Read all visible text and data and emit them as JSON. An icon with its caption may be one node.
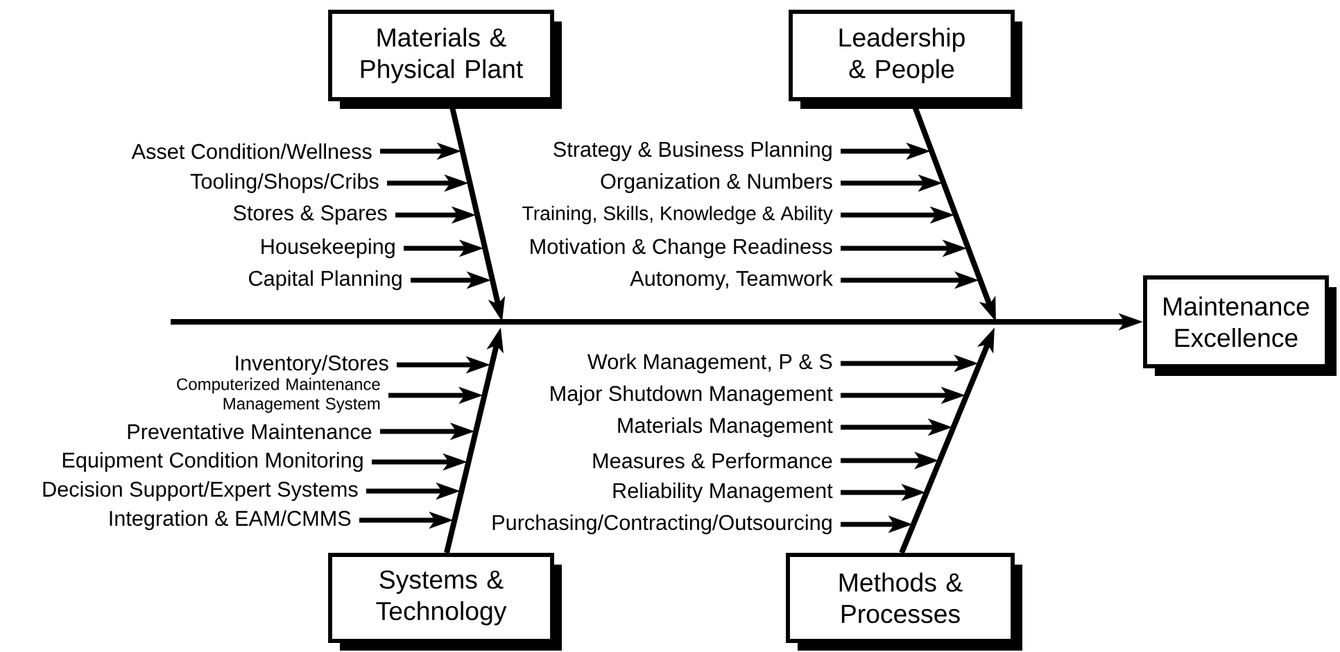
{
  "diagram": {
    "nodes": [
      {
        "text": [
          "Materials & Physical Plant"
        ]
      },
      {
        "text": [
          "Leadership & People"
        ]
      },
      {
        "text": [
          "Asset Condition/Wellness"
        ]
      },
      {
        "text": [
          "Tooling/Shops/Cribs"
        ]
      },
      {
        "text": [
          "Stores & Spares"
        ]
      },
      {
        "text": [
          "Housekeeping"
        ]
      },
      {
        "text": [
          "Capital Planning"
        ]
      },
      {
        "text": [
          "Strategy & Business Planning"
        ]
      },
      {
        "text": [
          "Organization & Numbers"
        ]
      },
      {
        "text": [
          "Training, Skills, Knowledge & Ability"
        ]
      },
      {
        "text": [
          "Motivation & Change Readiness"
        ]
      },
      {
        "text": [
          "Autonomy, Teamwork"
        ]
      },
      {
        "text": [
          "Maintenance Excellence"
        ]
      },
      {
        "text": [
          "Inventory/Stores"
        ]
      },
      {
        "text": [
          "Computerized Maintenance Management System"
        ]
      },
      {
        "text": [
          "Preventative Maintenance"
        ]
      },
      {
        "text": [
          "Equipment Condition Monitoring"
        ]
      },
      {
        "text": [
          "Decision Support/Expert Systems"
        ]
      },
      {
        "text": [
          "Integration & EAM/CMMS"
        ]
      },
      {
        "text": [
          "Work Management, P & S"
        ]
      },
      {
        "text": [
          "Major Shutdown Management"
        ]
      },
      {
        "text": [
          "Materials Management"
        ]
      },
      {
        "text": [
          "Measures & Performance"
        ]
      },
      {
        "text": [
          "Reliability Management"
        ]
      },
      {
        "text": [
          "Purchasing/Contracting/Outsourcing"
        ]
      },
      {
        "text": [
          "Systems & Technology"
        ]
      },
      {
        "text": [
          "Methods & Processes"
        ]
      }
    ],
    "edges": [
      {
        "from": null,
        "to": 12,
        "arrow": "to"
      },
      {
        "from": 0,
        "to": null,
        "arrow": "to"
      },
      {
        "from": 1,
        "to": null,
        "arrow": "to"
      },
      {
        "from": 25,
        "to": null,
        "arrow": "to"
      },
      {
        "from": 26,
        "to": null,
        "arrow": "to"
      },
      {
        "from": 2,
        "to": null,
        "arrow": "to"
      },
      {
        "from": 3,
        "to": null,
        "arrow": "to"
      },
      {
        "from": 4,
        "to": null,
        "arrow": "to"
      },
      {
        "from": 5,
        "to": null,
        "arrow": "to"
      },
      {
        "from": 6,
        "to": null,
        "arrow": "to"
      },
      {
        "from": 7,
        "to": null,
        "arrow": "to"
      },
      {
        "from": 8,
        "to": null,
        "arrow": "to"
      },
      {
        "from": 9,
        "to": null,
        "arrow": "to"
      },
      {
        "from": 10,
        "to": null,
        "arrow": "to"
      },
      {
        "from": 11,
        "to": null,
        "arrow": "to"
      },
      {
        "from": 13,
        "to": null,
        "arrow": "to"
      },
      {
        "from": 14,
        "to": null,
        "arrow": "to"
      },
      {
        "from": 15,
        "to": null,
        "arrow": "to"
      },
      {
        "from": 16,
        "to": null,
        "arrow": "to"
      },
      {
        "from": 17,
        "to": null,
        "arrow": "to"
      },
      {
        "from": 18,
        "to": null,
        "arrow": "to"
      },
      {
        "from": 19,
        "to": null,
        "arrow": "to"
      },
      {
        "from": 20,
        "to": null,
        "arrow": "to"
      },
      {
        "from": 21,
        "to": null,
        "arrow": "to"
      },
      {
        "from": 22,
        "to": null,
        "arrow": "to"
      },
      {
        "from": 23,
        "to": null,
        "arrow": "to"
      },
      {
        "from": 24,
        "to": null,
        "arrow": "to"
      }
    ]
  }
}
